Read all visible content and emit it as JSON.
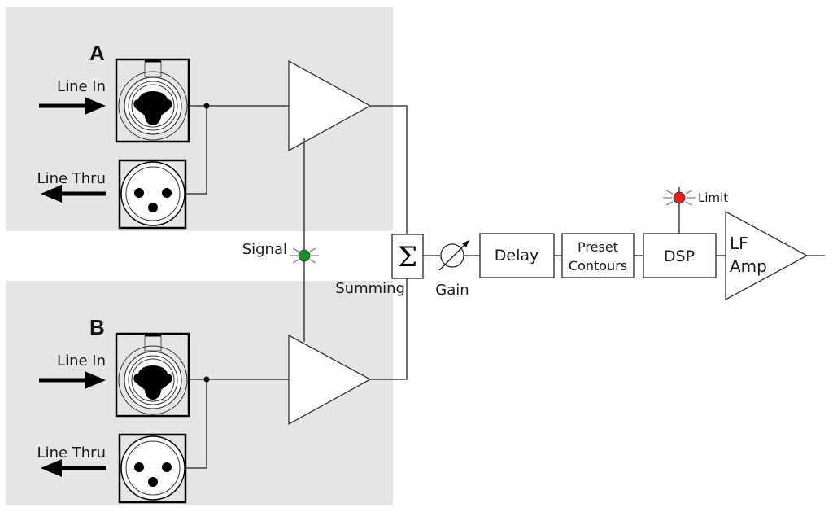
{
  "channels": [
    {
      "id": "A",
      "label": "A",
      "input_label": "Line In",
      "thru_label": "Line Thru"
    },
    {
      "id": "B",
      "label": "B",
      "input_label": "Line In",
      "thru_label": "Line Thru"
    }
  ],
  "indicators": {
    "signal": {
      "label": "Signal",
      "color": "#1a8f2e"
    },
    "limit": {
      "label": "Limit",
      "color": "#e02020"
    }
  },
  "summing": {
    "symbol": "Σ",
    "label": "Summing"
  },
  "gain": {
    "label": "Gain"
  },
  "blocks": {
    "delay": "Delay",
    "preset_line1": "Preset",
    "preset_line2": "Contours",
    "dsp": "DSP",
    "amp_line1": "LF",
    "amp_line2": "Amp"
  },
  "colors": {
    "panel_bg": "#e5e5e5",
    "line": "#222222"
  }
}
